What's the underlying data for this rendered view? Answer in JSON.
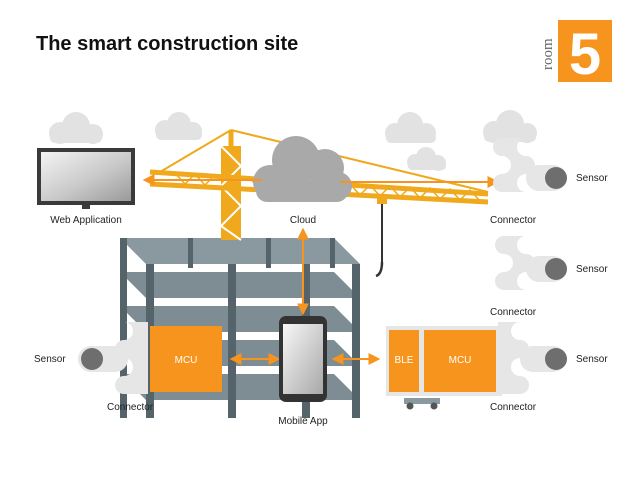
{
  "title": "The smart construction site",
  "logo": {
    "word": "room",
    "number": "5",
    "color": "#F7941D"
  },
  "labels": {
    "web_app": "Web Application",
    "cloud": "Cloud",
    "mobile_app": "Mobile App",
    "sensor": "Sensor",
    "connector": "Connector",
    "mcu": "MCU",
    "ble": "BLE"
  },
  "colors": {
    "accent": "#F7941D",
    "crane": "#F0A81C",
    "building": "#6F7F88",
    "building_dark": "#55636B",
    "cloud_gray": "#A9A9A9",
    "cloud_light": "#DCDCDC",
    "puzzle": "#E6E6E6",
    "sensor": "#6E6E6E"
  }
}
